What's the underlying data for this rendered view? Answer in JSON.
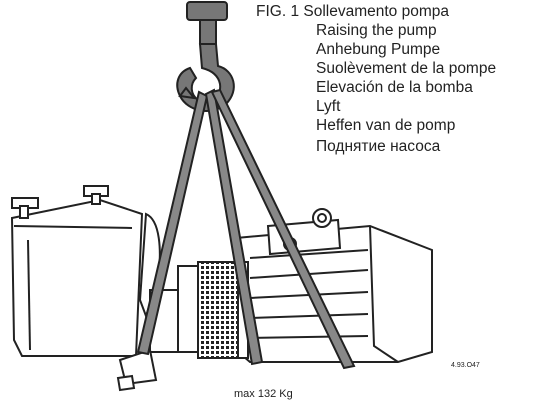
{
  "figure": {
    "label": "FIG. 1",
    "captions": [
      "Sollevamento pompa",
      "Raising the pump",
      "Anhebung Pumpe",
      "Suolèvement de la pompe",
      "Elevación de la bomba",
      "Lyft",
      "Heffen van de pomp",
      "Поднятие насоса"
    ],
    "part_code": "4.93.O47",
    "max_weight": "max 132 Kg"
  }
}
